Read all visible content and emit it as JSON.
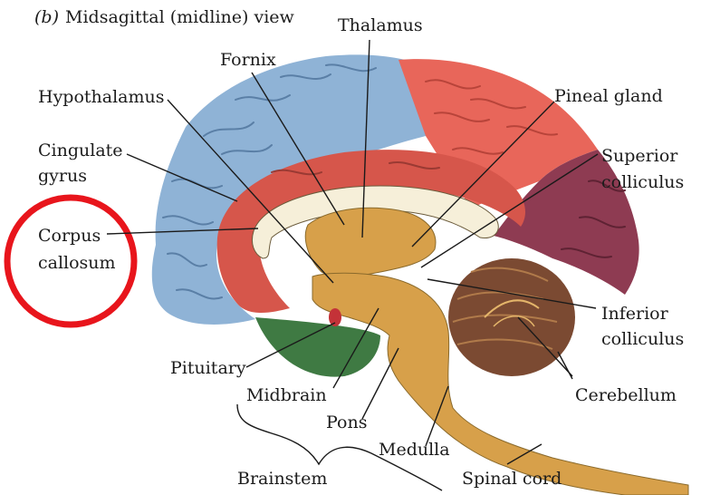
{
  "figure": {
    "title_letter": "(b)",
    "title_text": "Midsagittal (midline) view"
  },
  "labels": {
    "thalamus": "Thalamus",
    "fornix": "Fornix",
    "hypothalamus": "Hypothalamus",
    "pineal_gland": "Pineal gland",
    "cingulate_gyrus_line1": "Cingulate",
    "cingulate_gyrus_line2": "gyrus",
    "superior_colliculus_line1": "Superior",
    "superior_colliculus_line2": "colliculus",
    "corpus_callosum_line1": "Corpus",
    "corpus_callosum_line2": "callosum",
    "inferior_colliculus_line1": "Inferior",
    "inferior_colliculus_line2": "colliculus",
    "cerebellum": "Cerebellum",
    "pituitary": "Pituitary",
    "midbrain": "Midbrain",
    "pons": "Pons",
    "medulla": "Medulla",
    "brainstem": "Brainstem",
    "spinal_cord": "Spinal cord"
  },
  "colors": {
    "frontal_lobe": "#8fb3d6",
    "parietal_lobe": "#e8665a",
    "occipital_lobe": "#8e3b52",
    "cingulate_gyrus": "#d6564b",
    "corpus_callosum": "#f6efd9",
    "diencephalon_brainstem": "#d7a04a",
    "cerebellum": "#7b4a32",
    "temporal_green": "#3f7a43",
    "pituitary": "#c43238",
    "highlight_circle": "#e8151c"
  }
}
